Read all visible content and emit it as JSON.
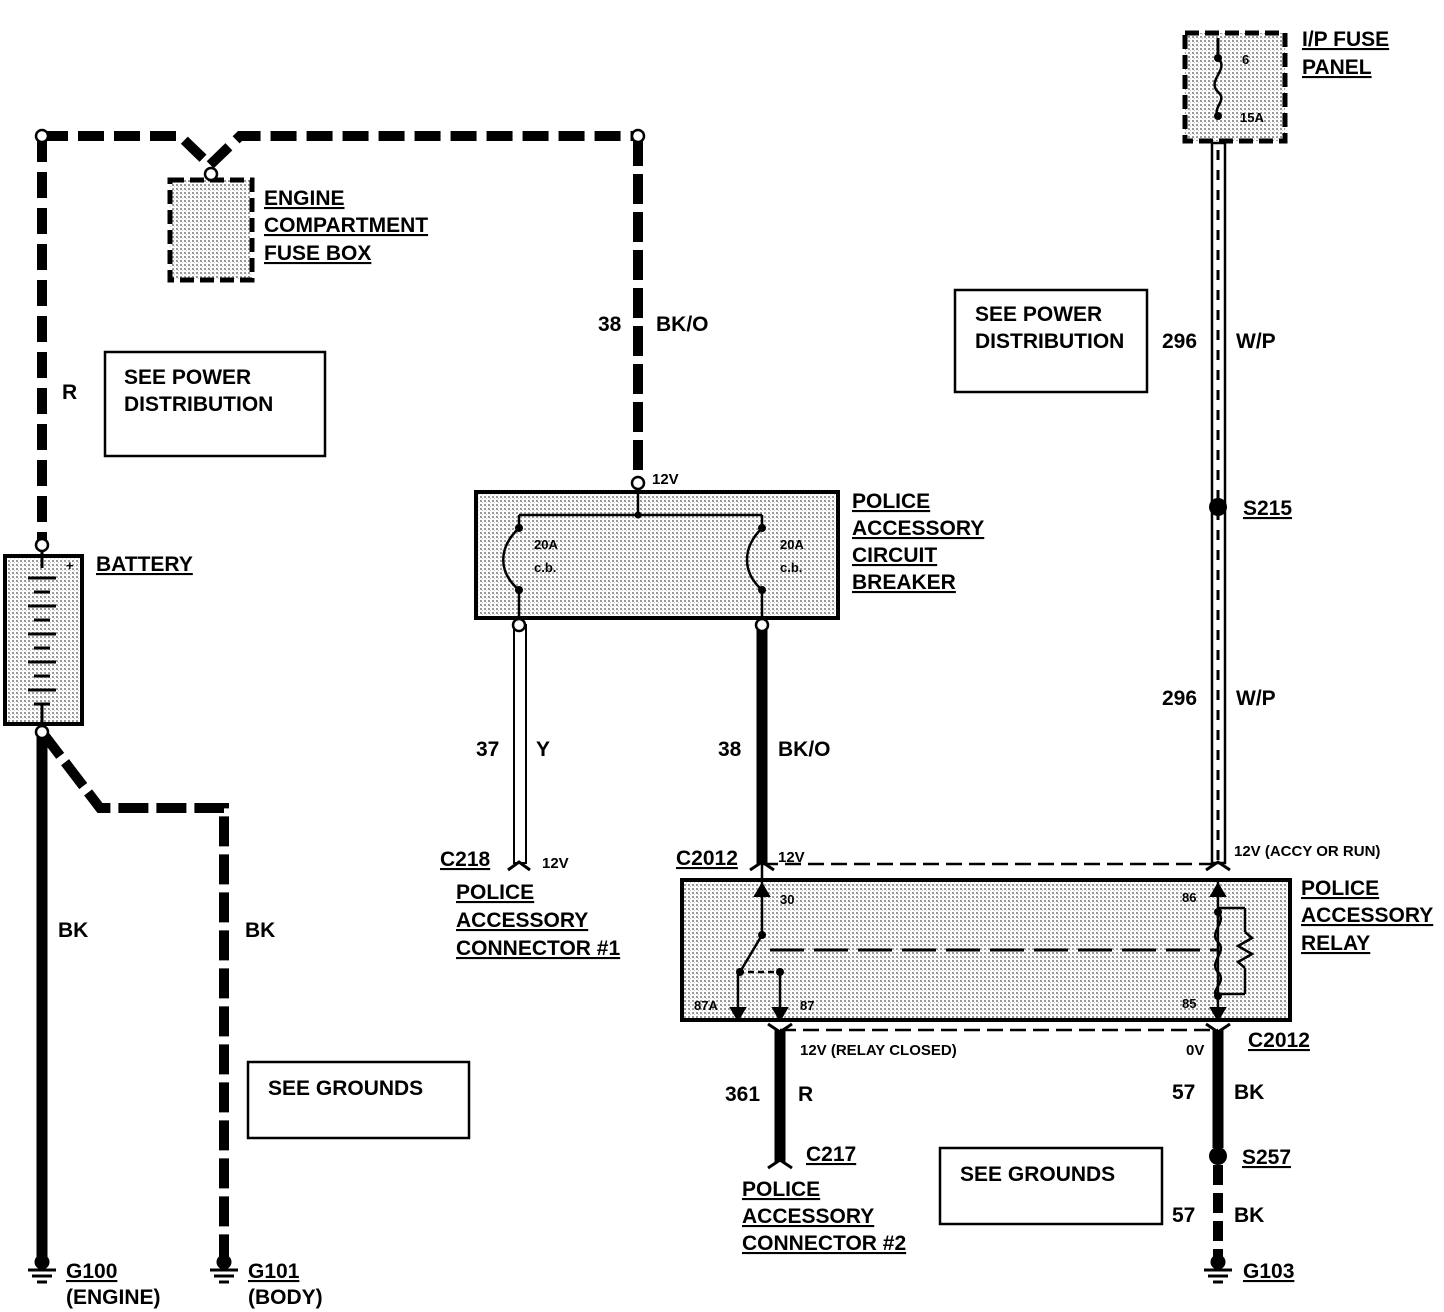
{
  "components": {
    "engine_fuse_box": {
      "lines": [
        "ENGINE",
        "COMPARTMENT",
        "FUSE BOX"
      ]
    },
    "ip_fuse_panel": {
      "lines": [
        "I/P FUSE",
        "PANEL"
      ],
      "fuse_number": "6",
      "fuse_rating": "15A"
    },
    "battery": {
      "label": "BATTERY",
      "plus": "+"
    },
    "circuit_breaker": {
      "lines": [
        "POLICE",
        "ACCESSORY",
        "CIRCUIT",
        "BREAKER"
      ],
      "voltage": "12V",
      "cb_left": [
        "20A",
        "c.b."
      ],
      "cb_right": [
        "20A",
        "c.b."
      ]
    },
    "relay": {
      "lines": [
        "POLICE",
        "ACCESSORY",
        "RELAY"
      ],
      "pin_30": "30",
      "pin_86": "86",
      "pin_87a": "87A",
      "pin_87": "87",
      "pin_85": "85"
    }
  },
  "notes": {
    "see_power_left": [
      "SEE POWER",
      "DISTRIBUTION"
    ],
    "see_power_right": [
      "SEE POWER",
      "DISTRIBUTION"
    ],
    "see_grounds_left": "SEE GROUNDS",
    "see_grounds_right": "SEE GROUNDS"
  },
  "wires": {
    "battery_r": "R",
    "bk_o_top_num": "38",
    "bk_o_top_color": "BK/O",
    "y_num": "37",
    "y_color": "Y",
    "bk_o_bottom_num": "38",
    "bk_o_bottom_color": "BK/O",
    "wp_upper_num": "296",
    "wp_upper_color": "W/P",
    "wp_lower_num": "296",
    "wp_lower_color": "W/P",
    "r_num": "361",
    "r_color": "R",
    "bk57_upper_num": "57",
    "bk57_upper_color": "BK",
    "bk57_lower_num": "57",
    "bk57_lower_color": "BK",
    "bk_engine": "BK",
    "bk_body": "BK"
  },
  "connectors": {
    "c218": {
      "id": "C218",
      "voltage": "12V",
      "lines": [
        "POLICE",
        "ACCESSORY",
        "CONNECTOR #1"
      ]
    },
    "c2012_left": {
      "id": "C2012",
      "voltage": "12V"
    },
    "c2012_right_voltage": "12V (ACCY OR RUN)",
    "c2012_bottom": {
      "id": "C2012"
    },
    "relay_closed_voltage": "12V (RELAY CLOSED)",
    "zero_volt": "0V",
    "c217": {
      "id": "C217",
      "lines": [
        "POLICE",
        "ACCESSORY",
        "CONNECTOR #2"
      ]
    }
  },
  "splices": {
    "s215": "S215",
    "s257": "S257"
  },
  "grounds": {
    "g100": {
      "id": "G100",
      "note": "(ENGINE)"
    },
    "g101": {
      "id": "G101",
      "note": "(BODY)"
    },
    "g103": {
      "id": "G103"
    }
  }
}
